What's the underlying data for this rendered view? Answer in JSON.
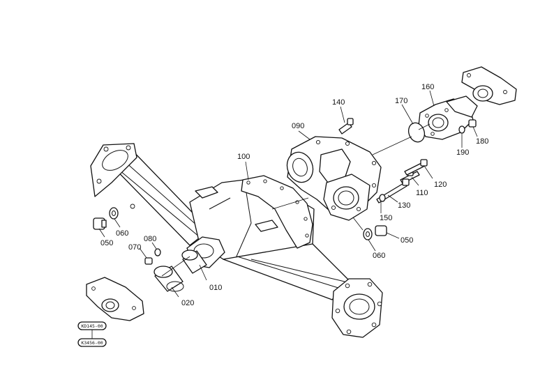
{
  "callouts": [
    {
      "id": "p010",
      "text": "010"
    },
    {
      "id": "p020",
      "text": "020"
    },
    {
      "id": "p050a",
      "text": "050"
    },
    {
      "id": "p050b",
      "text": "050"
    },
    {
      "id": "p060a",
      "text": "060"
    },
    {
      "id": "p060b",
      "text": "060"
    },
    {
      "id": "p070",
      "text": "070"
    },
    {
      "id": "p080",
      "text": "080"
    },
    {
      "id": "p090",
      "text": "090"
    },
    {
      "id": "p100",
      "text": "100"
    },
    {
      "id": "p110",
      "text": "110"
    },
    {
      "id": "p120",
      "text": "120"
    },
    {
      "id": "p130",
      "text": "130"
    },
    {
      "id": "p140",
      "text": "140"
    },
    {
      "id": "p150",
      "text": "150"
    },
    {
      "id": "p160",
      "text": "160"
    },
    {
      "id": "p170",
      "text": "170"
    },
    {
      "id": "p180",
      "text": "180"
    },
    {
      "id": "p190",
      "text": "190"
    }
  ],
  "serials": {
    "top": "KD145-00",
    "bottom": "K3456-00"
  }
}
